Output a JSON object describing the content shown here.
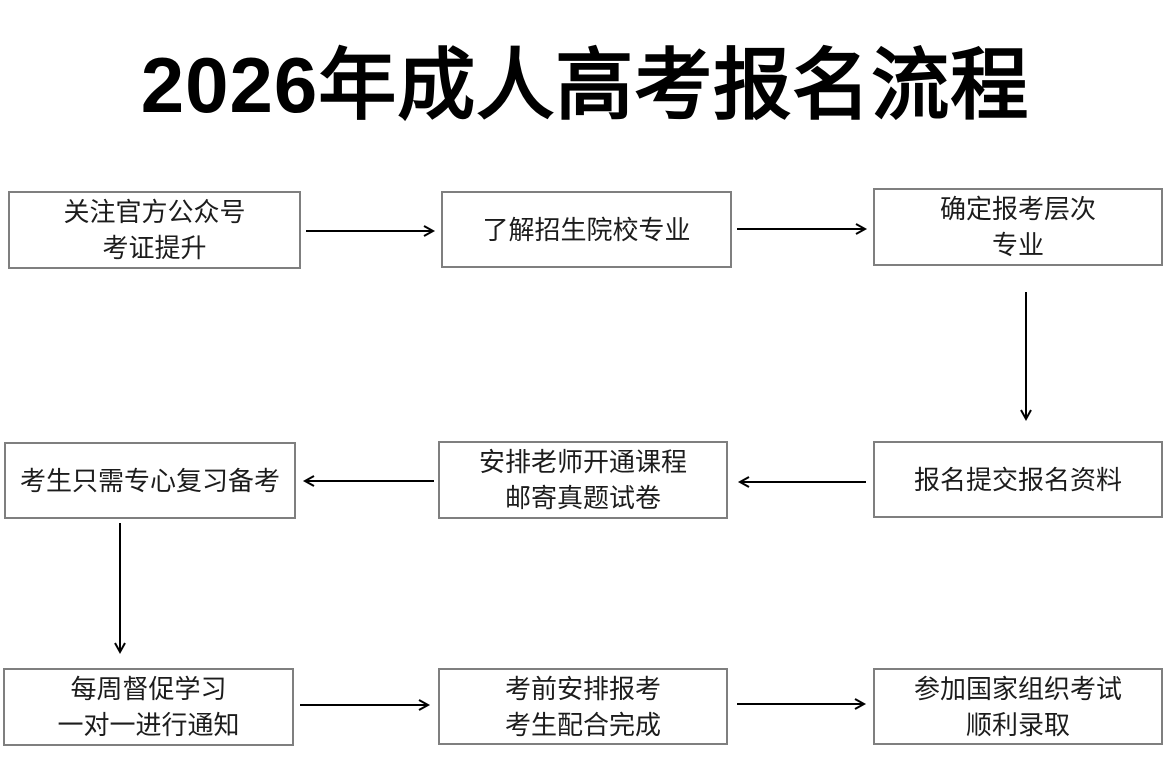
{
  "title": "2026年成人高考报名流程",
  "flowchart": {
    "nodes": [
      {
        "id": "step-1",
        "line1": "关注官方公众号",
        "line2": "考证提升"
      },
      {
        "id": "step-2",
        "line1": "了解招生院校专业"
      },
      {
        "id": "step-3",
        "line1": "确定报考层次",
        "line2": "专业"
      },
      {
        "id": "step-4",
        "line1": "报名提交报名资料"
      },
      {
        "id": "step-5",
        "line1": "安排老师开通课程",
        "line2": "邮寄真题试卷"
      },
      {
        "id": "step-6",
        "line1": "考生只需专心复习备考"
      },
      {
        "id": "step-7",
        "line1": "每周督促学习",
        "line2": "一对一进行通知"
      },
      {
        "id": "step-8",
        "line1": "考前安排报考",
        "line2": "考生配合完成"
      },
      {
        "id": "step-9",
        "line1": "参加国家组织考试",
        "line2": "顺利录取"
      }
    ],
    "edges": [
      {
        "from": "step-1",
        "to": "step-2",
        "direction": "right"
      },
      {
        "from": "step-2",
        "to": "step-3",
        "direction": "right"
      },
      {
        "from": "step-3",
        "to": "step-4",
        "direction": "down"
      },
      {
        "from": "step-4",
        "to": "step-5",
        "direction": "left"
      },
      {
        "from": "step-5",
        "to": "step-6",
        "direction": "left"
      },
      {
        "from": "step-6",
        "to": "step-7",
        "direction": "down"
      },
      {
        "from": "step-7",
        "to": "step-8",
        "direction": "right"
      },
      {
        "from": "step-8",
        "to": "step-9",
        "direction": "right"
      }
    ],
    "colors": {
      "title_text": "#000000",
      "box_border": "#7f7f7f",
      "box_text": "#1c1c1c",
      "arrow": "#000000",
      "background": "#ffffff"
    }
  }
}
